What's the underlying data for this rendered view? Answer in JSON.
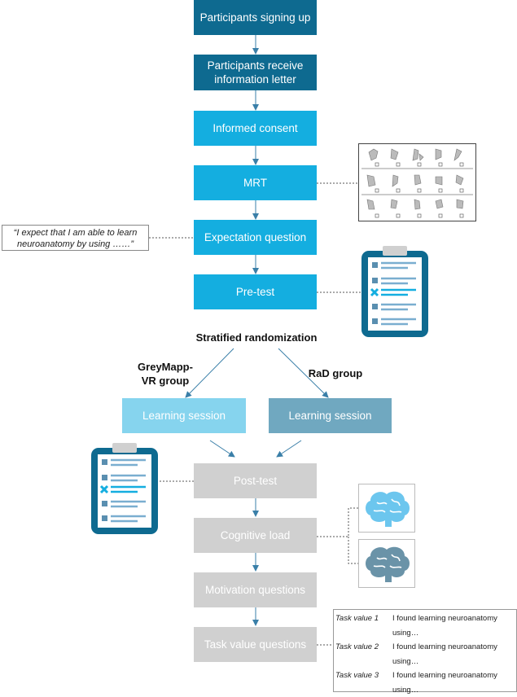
{
  "flow": {
    "signup": "Participants signing up",
    "info_letter": "Participants receive information letter",
    "consent": "Informed consent",
    "mrt": "MRT",
    "expectation": "Expectation question",
    "pretest": "Pre-test",
    "randomization": "Stratified randomization",
    "group_left": "GreyMapp-VR group",
    "group_right": "RaD group",
    "learning_left": "Learning session",
    "learning_right": "Learning session",
    "posttest": "Post-test",
    "cognitive_load": "Cognitive load",
    "motivation": "Motivation questions",
    "task_value": "Task value questions"
  },
  "quote": "“I expect that I am able to learn neuroanatomy by using ……”",
  "task_values": [
    {
      "key": "Task value 1",
      "text": "I found learning neuroanatomy using…"
    },
    {
      "key": "Task value 2",
      "text": "I found learning neuroanatomy using…"
    },
    {
      "key": "Task value 3",
      "text": "I found learning neuroanatomy using…"
    }
  ],
  "icons": [
    "mrt-figure-grid-icon",
    "clipboard-checklist-icon",
    "brain-icon"
  ],
  "colors": {
    "dark_blue": "#0e6a90",
    "cyan": "#14aee0",
    "light_cyan": "#86d4ee",
    "steel_blue": "#70a8c0",
    "grey": "#d0d0d0",
    "clipboard_border": "#0e6a90"
  }
}
